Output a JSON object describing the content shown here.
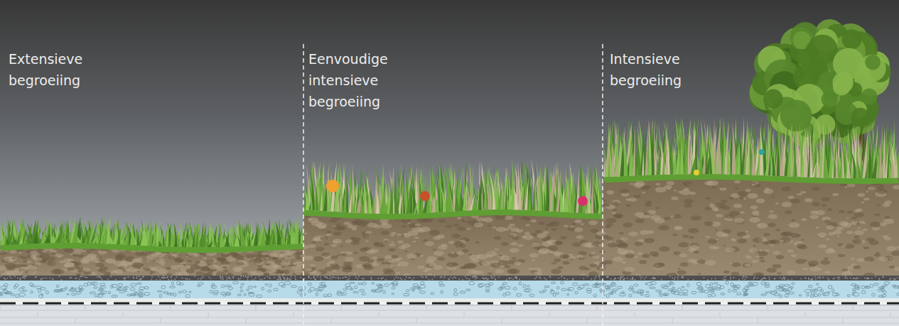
{
  "diagram": {
    "labels": [
      "Extensieve begroeiing",
      "Eenvoudige intensieve begroeiing",
      "Intensieve begroeiing"
    ]
  }
}
